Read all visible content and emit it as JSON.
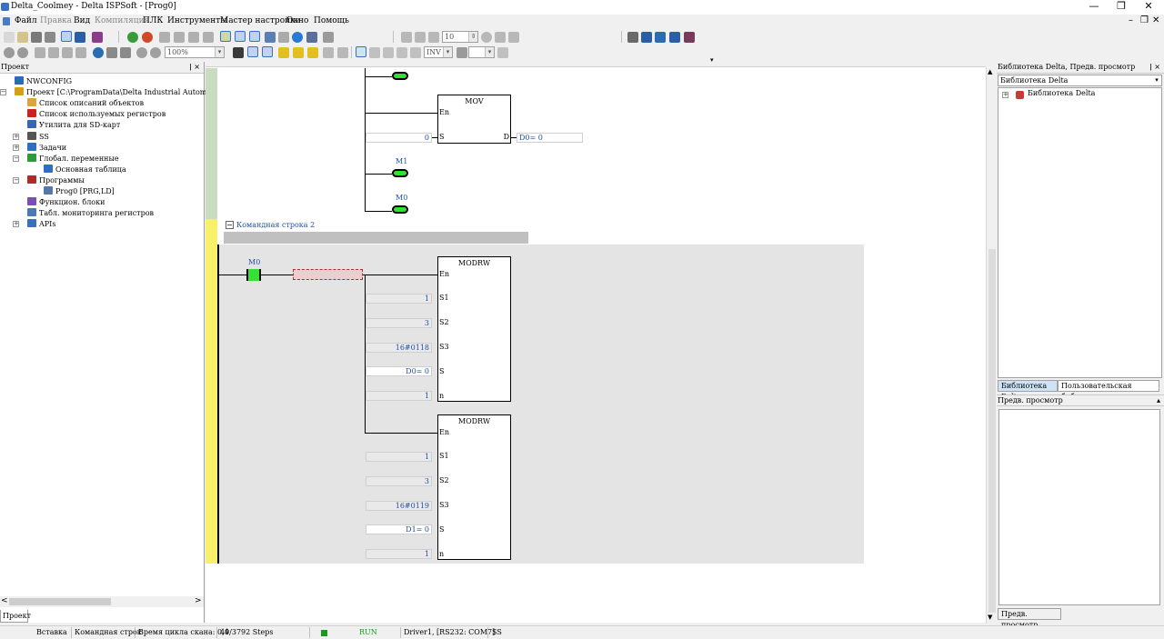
{
  "window": {
    "title": "Delta_Coolmey - Delta ISPSoft - [Prog0]",
    "controls": {
      "minimize": "—",
      "restore": "❐",
      "close": "✕"
    },
    "mdi_controls": {
      "minimize": "–",
      "restore": "❐",
      "close": "✕"
    }
  },
  "menu": [
    {
      "label": "Файл",
      "disabled": false
    },
    {
      "label": "Правка",
      "disabled": true
    },
    {
      "label": "Вид",
      "disabled": false
    },
    {
      "label": "Компиляция",
      "disabled": true
    },
    {
      "label": "ПЛК",
      "disabled": false
    },
    {
      "label": "Инструменты",
      "disabled": false
    },
    {
      "label": "Мастер настройки",
      "disabled": false
    },
    {
      "label": "Окно",
      "disabled": false
    },
    {
      "label": "Помощь",
      "disabled": false
    }
  ],
  "toolbar": {
    "step_value": "10",
    "zoom_value": "100%",
    "inv_value": "INV"
  },
  "project_panel": {
    "title": "Проект",
    "pin": "ǀ ×",
    "tree": [
      {
        "label": "NWCONFIG",
        "level": 0,
        "expander": "",
        "icon_color": "#2a6db3"
      },
      {
        "label": "Проект [C:\\ProgramData\\Delta Industrial Automation\\ISPS",
        "level": 0,
        "expander": "−",
        "icon_color": "#d4a017"
      },
      {
        "label": "Список описаний объектов",
        "level": 1,
        "expander": "",
        "icon_color": "#d9a441"
      },
      {
        "label": "Список используемых регистров",
        "level": 1,
        "expander": "",
        "icon_color": "#cc2222"
      },
      {
        "label": "Утилита для SD-карт",
        "level": 1,
        "expander": "",
        "icon_color": "#3d63b5"
      },
      {
        "label": "SS",
        "level": 1,
        "expander": "+",
        "icon_color": "#555555"
      },
      {
        "label": "Задачи",
        "level": 1,
        "expander": "+",
        "icon_color": "#2f6fc0"
      },
      {
        "label": "Глобал. переменные",
        "level": 1,
        "expander": "−",
        "icon_color": "#2f9a3a"
      },
      {
        "label": "Основная таблица",
        "level": 2,
        "expander": "",
        "icon_color": "#2f6fc0"
      },
      {
        "label": "Программы",
        "level": 1,
        "expander": "−",
        "icon_color": "#b02a2a"
      },
      {
        "label": "Prog0 [PRG,LD]",
        "level": 2,
        "expander": "",
        "icon_color": "#5577aa"
      },
      {
        "label": "Функцион. блоки",
        "level": 1,
        "expander": "",
        "icon_color": "#7a4fb0"
      },
      {
        "label": "Табл. мониторинга регистров",
        "level": 1,
        "expander": "",
        "icon_color": "#4a7ab5"
      },
      {
        "label": "APIs",
        "level": 1,
        "expander": "+",
        "icon_color": "#3b6fb8"
      }
    ],
    "bottom_tab": "Проект",
    "scroll_left": "<",
    "scroll_right": ">"
  },
  "editor": {
    "network2_label": "Командная строка 2",
    "mov": {
      "name": "MOV",
      "pin_en": "En",
      "pin_s": "S",
      "pin_d": "D",
      "s_value": "0",
      "d_value": "D0= 0"
    },
    "coil_m1": "M1",
    "coil_m0": "M0",
    "contact_m0": "M0",
    "modrw1": {
      "name": "MODRW",
      "pins": [
        "En",
        "S1",
        "S2",
        "S3",
        "S",
        "n"
      ],
      "values": [
        "1",
        "3",
        "16#0118",
        "D0= 0",
        "1"
      ]
    },
    "modrw2": {
      "name": "MODRW",
      "pins": [
        "En",
        "S1",
        "S2",
        "S3",
        "S",
        "n"
      ],
      "values": [
        "1",
        "3",
        "16#0119",
        "D1= 0",
        "1"
      ]
    }
  },
  "library_panel": {
    "title": "Библиотека Delta, Предв. просмотр",
    "pin": "ǀ ×",
    "combo": "Библиотека Delta",
    "tree_item": "Библиотека Delta",
    "tabs": [
      "Библиотека Delta",
      "Пользовательская библиотека"
    ],
    "preview_title": "Предв. просмотр",
    "bottom_tab": "Предв. просмотр"
  },
  "statusbar": {
    "mode": "Вставка",
    "command": "Командная строк",
    "scan_time": "Время цикла скана: 0,4",
    "steps": "49/3792 Steps",
    "run": "RUN",
    "driver": "Driver1, [RS232: COM7]",
    "ss": "SS"
  },
  "colors": {
    "coil_green": "#33e033",
    "value_blue": "#1f4fa8",
    "run_green": "#1a9a1a"
  }
}
